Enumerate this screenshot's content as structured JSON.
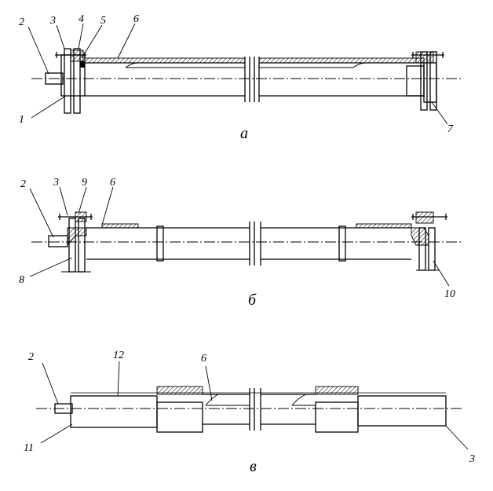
{
  "views": [
    {
      "caption": "а",
      "labels": [
        "2",
        "3",
        "4",
        "5",
        "6",
        "1",
        "7"
      ]
    },
    {
      "caption": "б",
      "labels": [
        "2",
        "3",
        "9",
        "6",
        "8",
        "10"
      ]
    },
    {
      "caption": "в",
      "labels": [
        "2",
        "12",
        "6",
        "11",
        "3"
      ]
    }
  ]
}
